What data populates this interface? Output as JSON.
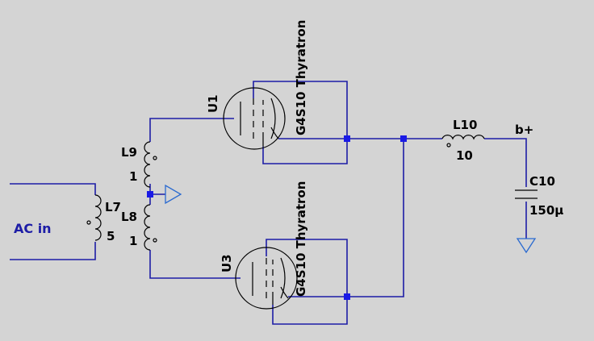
{
  "schematic": {
    "components": {
      "u1": {
        "ref": "U1",
        "model": "G4S10 Thyratron"
      },
      "u3": {
        "ref": "U3",
        "model": "G4S10 Thyratron"
      },
      "l7": {
        "ref": "L7",
        "value": "5"
      },
      "l8": {
        "ref": "L8",
        "value": "1"
      },
      "l9": {
        "ref": "L9",
        "value": "1"
      },
      "l10": {
        "ref": "L10",
        "value": "10"
      },
      "c10": {
        "ref": "C10",
        "value": "150µ"
      }
    },
    "nets": {
      "ac_in": "AC in",
      "b_plus": "b+"
    }
  },
  "colors": {
    "background": "#d4d4d4",
    "wire": "#1d1da6",
    "junction": "#1a1ae6",
    "symbol": "#000000",
    "ground": "#2a6ad0"
  }
}
